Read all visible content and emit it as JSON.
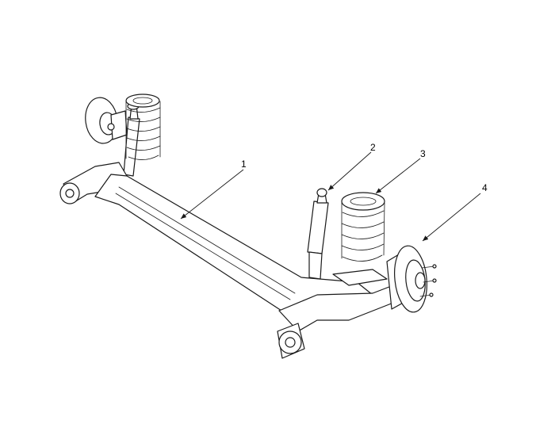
{
  "callouts": [
    {
      "label": "1",
      "part": "rear-torsion-axle"
    },
    {
      "label": "2",
      "part": "shock-absorber"
    },
    {
      "label": "3",
      "part": "coil-spring"
    },
    {
      "label": "4",
      "part": "wheel-hub-assembly"
    }
  ],
  "colors": {
    "line": "#1a1a1a",
    "background": "#ffffff"
  }
}
